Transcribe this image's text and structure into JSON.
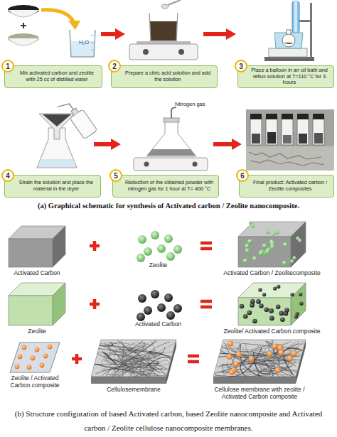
{
  "diagram": {
    "nodes": [
      {
        "text": [
          "1"
        ]
      },
      {
        "text": [
          "Mix activated carbon and zeolite with 25 cc of distilled water"
        ]
      },
      {
        "text": [
          "2"
        ]
      },
      {
        "text": [
          "Prepare a citric acid solution and add the solution"
        ]
      },
      {
        "text": [
          "3"
        ]
      },
      {
        "text": [
          "Place a balloon in an oil bath and reflux solution at T=110 °C for 3 hours"
        ]
      },
      {
        "text": [
          "4"
        ]
      },
      {
        "text": [
          "Strain the solution and place the material in the dryer"
        ]
      },
      {
        "text": [
          "5"
        ]
      },
      {
        "text": [
          "Reduction of the obtained powder with nitrogen gas for 1 hour at T= 400 °C"
        ]
      },
      {
        "text": [
          "6"
        ]
      },
      {
        "text": [
          "Final product: Activated carbon / Zeolite composites"
        ]
      },
      {
        "text": [
          "Activated Carbon"
        ]
      },
      {
        "text": [
          "Zeolite"
        ]
      },
      {
        "text": [
          "Activated Carbon / Zeolitecomposite"
        ]
      },
      {
        "text": [
          "Zeolite"
        ]
      },
      {
        "text": [
          "Activated Carbon"
        ]
      },
      {
        "text": [
          "Zeolite/ Activated Carbon composite"
        ]
      },
      {
        "text": [
          "Zeolite / Activated Carbon composite"
        ]
      },
      {
        "text": [
          "Cellulosemembrane"
        ]
      },
      {
        "text": [
          "Cellulose membrane with zeolite / Activated Carbon composite"
        ]
      }
    ],
    "labels": [
      "H₂O",
      "Nitrogen gas",
      "(a) Graphical schematic for synthesis of Activated carbon / Zeolite nanocomposite.",
      "(b) Structure configuration of based Activated carbon, based Zeolite nanocomposite and Activated carbon / Zeolite cellulose nanocomposite membranes."
    ]
  }
}
